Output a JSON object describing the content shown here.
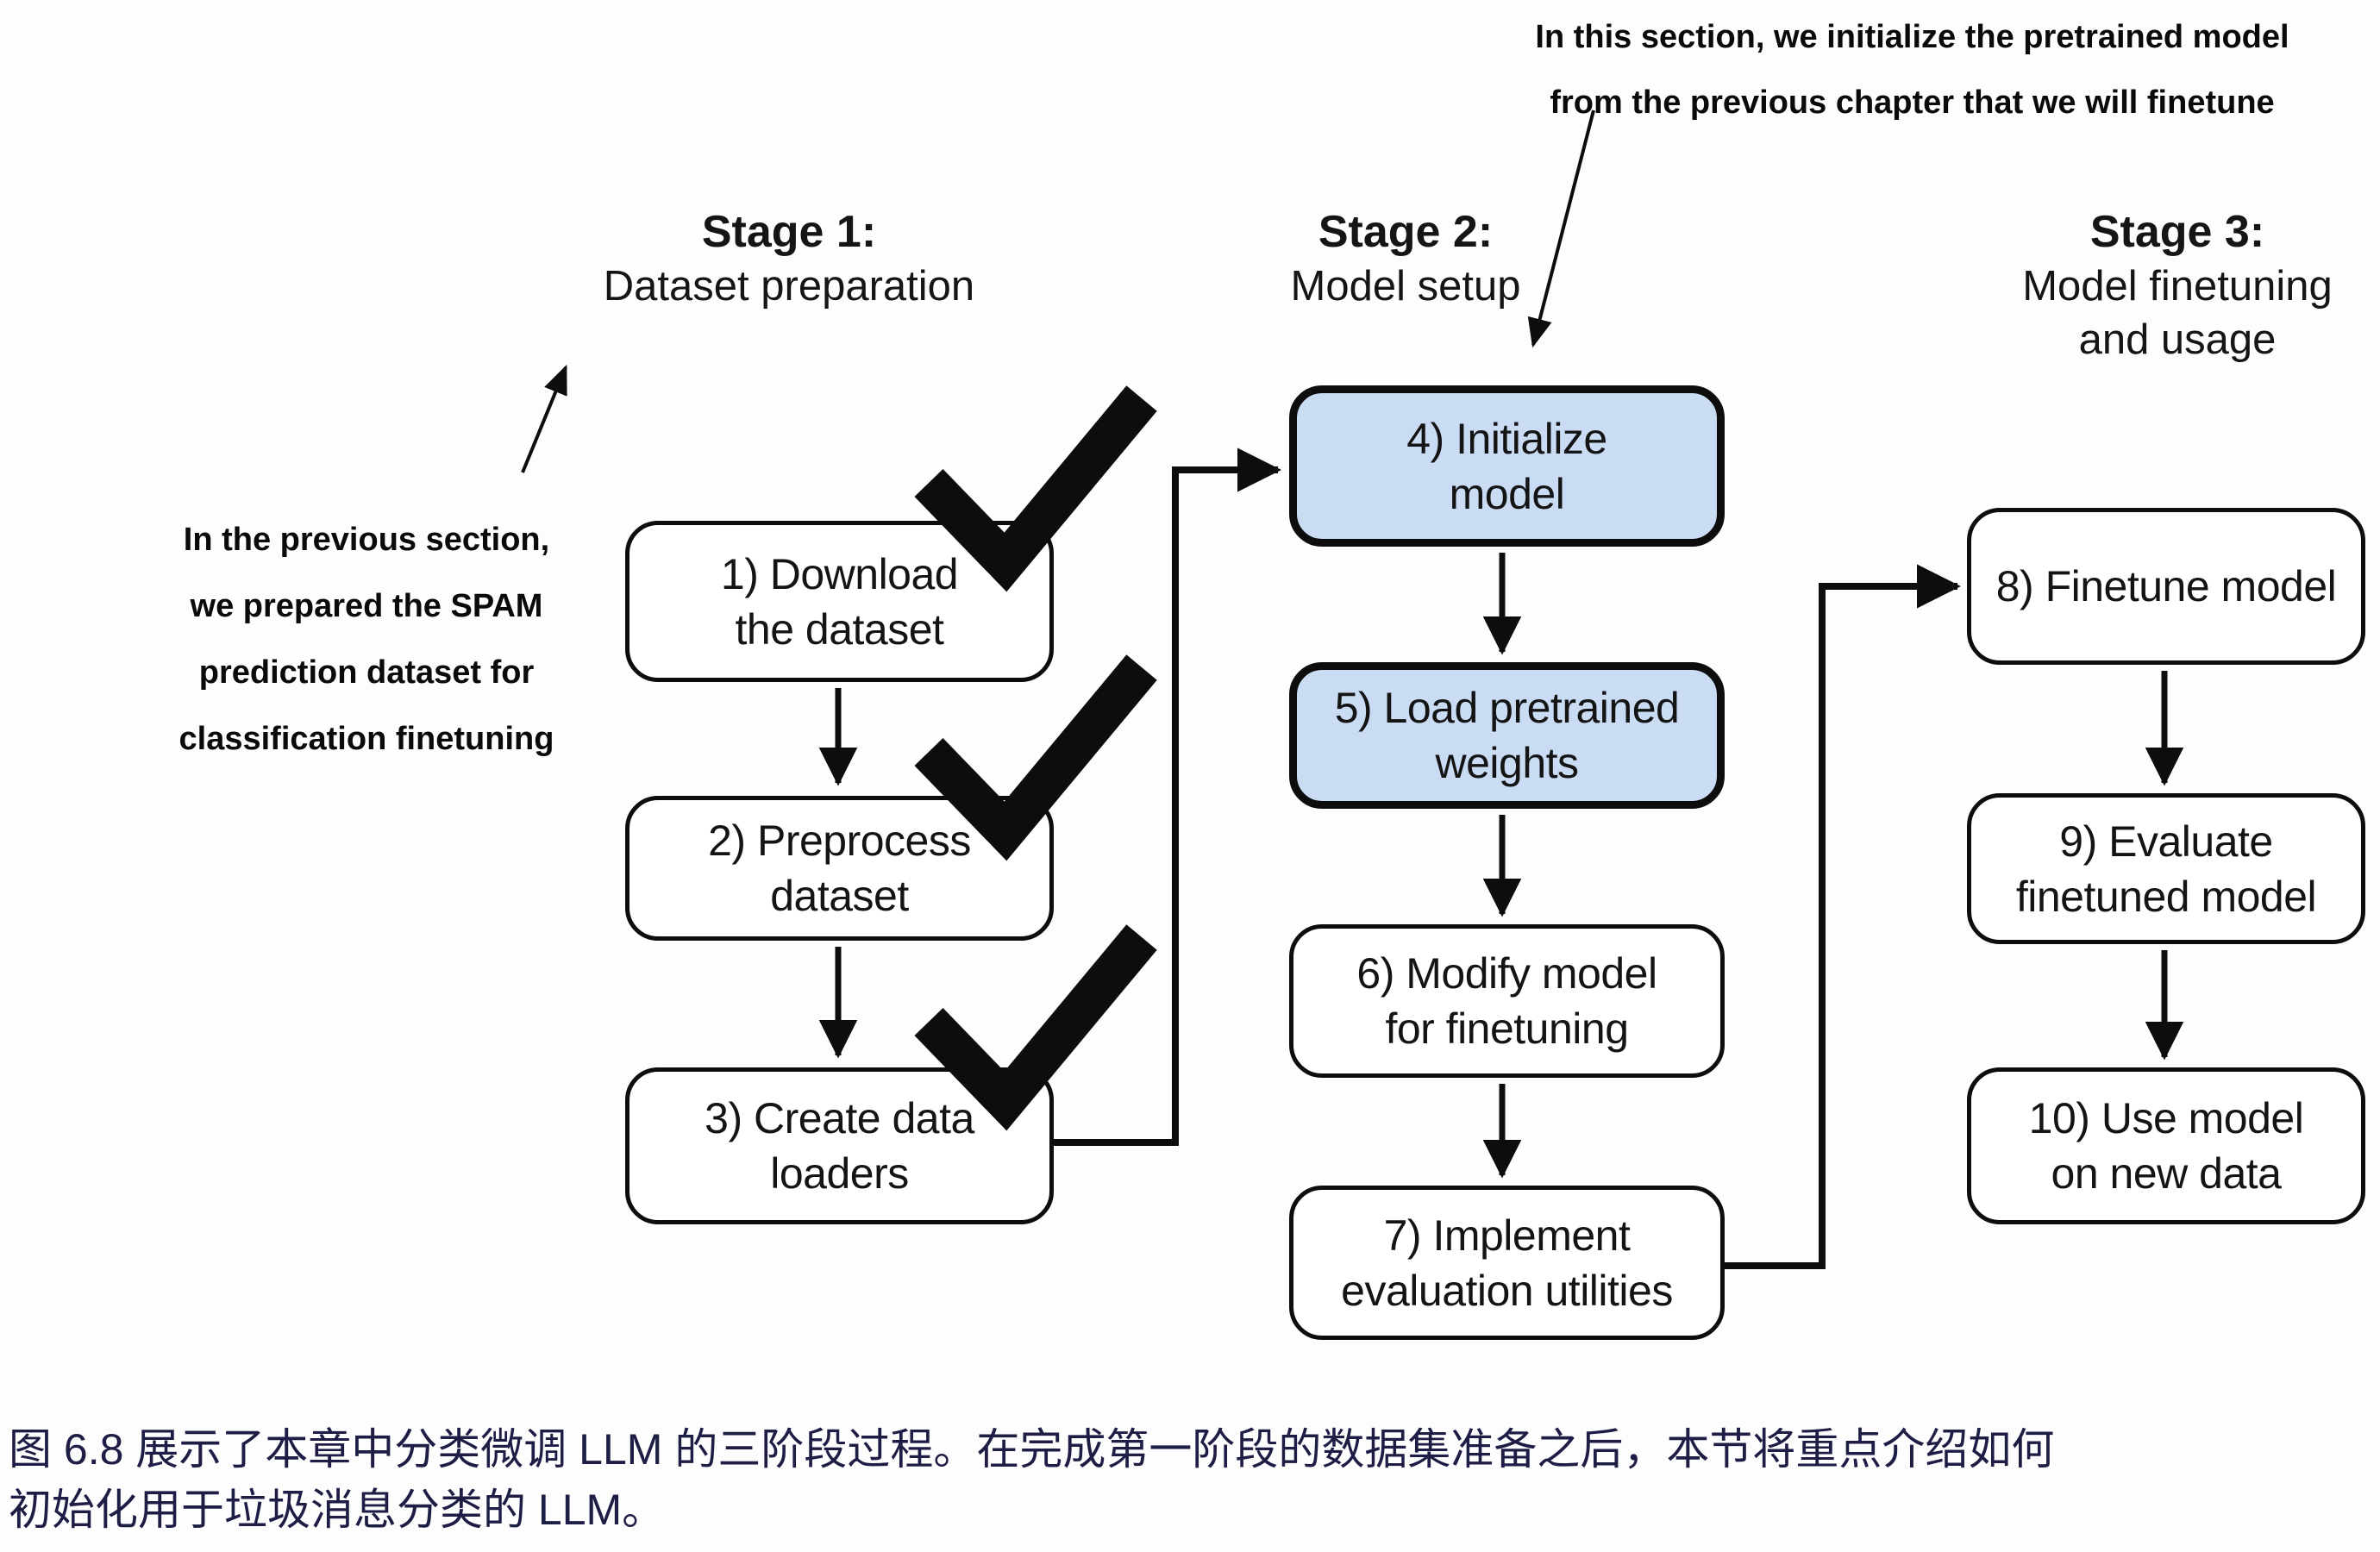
{
  "figure": {
    "annotation_top": "In this section, we initialize the pretrained model\nfrom the previous chapter that we will finetune",
    "annotation_left": "In the previous section,\nwe prepared the SPAM\nprediction dataset for\nclassification finetuning",
    "stages": [
      {
        "title": "Stage 1:",
        "subtitle": "Dataset preparation"
      },
      {
        "title": "Stage 2:",
        "subtitle": "Model setup"
      },
      {
        "title": "Stage 3:",
        "subtitle": "Model finetuning\nand usage"
      }
    ],
    "boxes": [
      {
        "label": "1) Download\nthe dataset",
        "stage": 1,
        "checked": true,
        "highlighted": false
      },
      {
        "label": "2) Preprocess\ndataset",
        "stage": 1,
        "checked": true,
        "highlighted": false
      },
      {
        "label": "3) Create data\nloaders",
        "stage": 1,
        "checked": true,
        "highlighted": false
      },
      {
        "label": "4) Initialize\nmodel",
        "stage": 2,
        "checked": false,
        "highlighted": true
      },
      {
        "label": "5) Load pretrained\nweights",
        "stage": 2,
        "checked": false,
        "highlighted": true
      },
      {
        "label": "6) Modify model\nfor finetuning",
        "stage": 2,
        "checked": false,
        "highlighted": false
      },
      {
        "label": "7) Implement\nevaluation utilities",
        "stage": 2,
        "checked": false,
        "highlighted": false
      },
      {
        "label": "8) Finetune model",
        "stage": 3,
        "checked": false,
        "highlighted": false
      },
      {
        "label": "9) Evaluate\nfinetuned model",
        "stage": 3,
        "checked": false,
        "highlighted": false
      },
      {
        "label": "10) Use model\non new data",
        "stage": 3,
        "checked": false,
        "highlighted": false
      }
    ],
    "caption": {
      "line1": "图 6.8 展示了本章中分类微调 LLM 的三阶段过程。在完成第一阶段的数据集准备之后，本节将重点介绍如何",
      "line2": "初始化用于垃圾消息分类的 LLM。"
    },
    "colors": {
      "highlight_box_fill": "#cadcf3",
      "box_fill": "#ffffff",
      "line_color": "#0d0d0d",
      "caption_text": "#1d1d45",
      "background": "#fdfdfd"
    }
  }
}
